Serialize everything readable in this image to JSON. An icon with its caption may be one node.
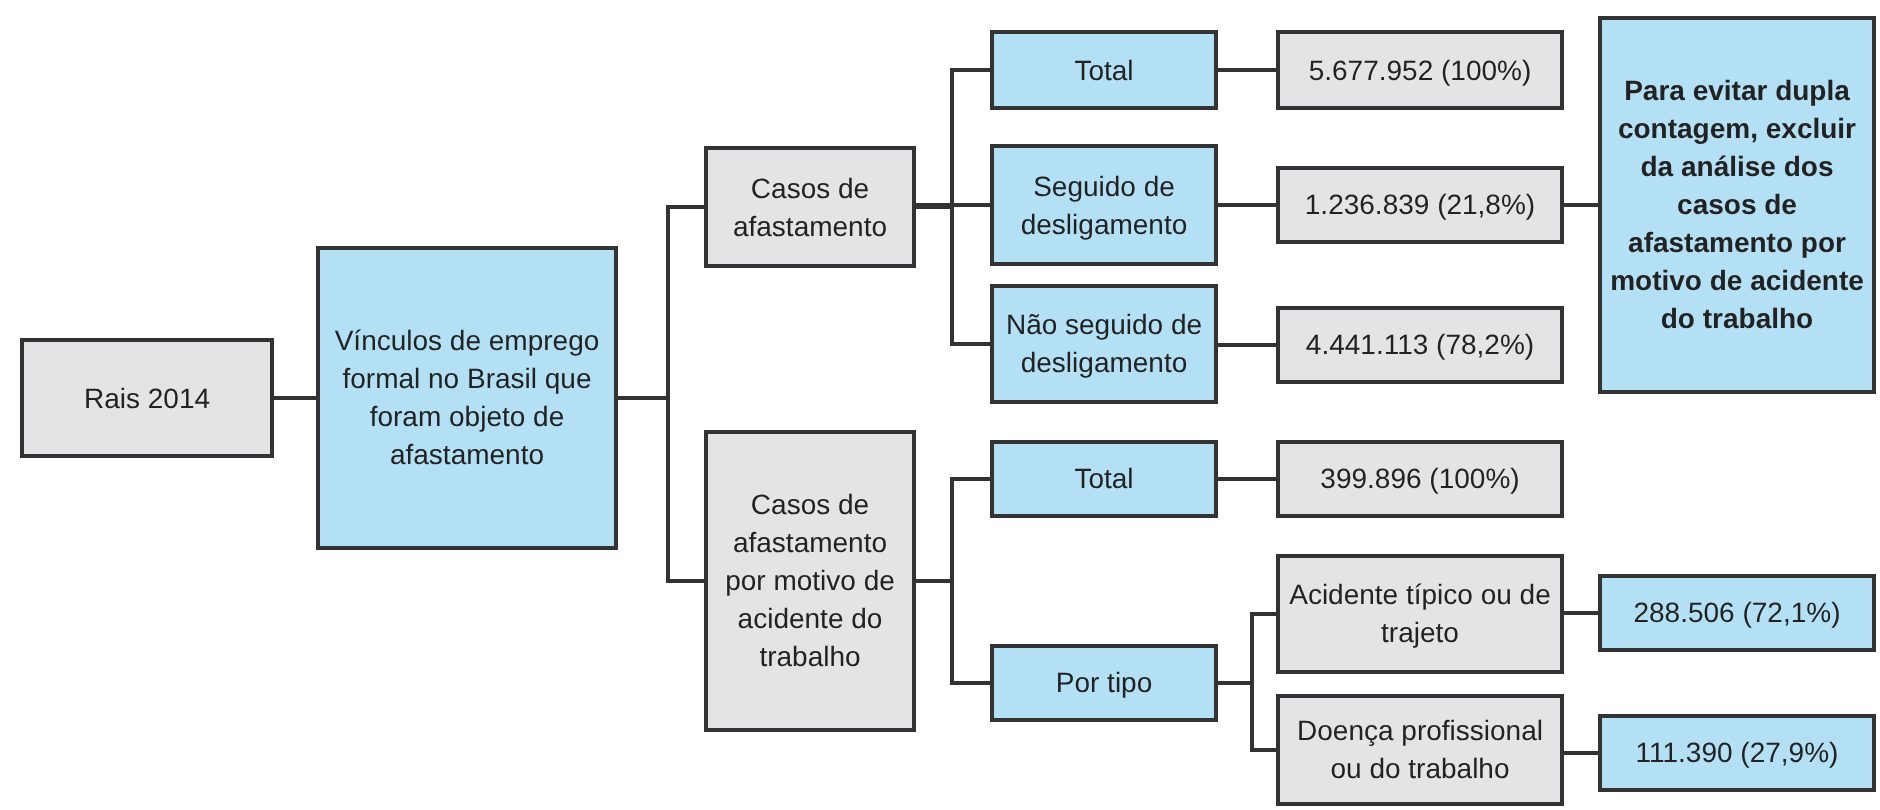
{
  "diagram": {
    "nodes": [
      {
        "text": [
          "Rais 2014"
        ]
      },
      {
        "text": [
          "Vínculos de emprego formal no Brasil que foram objeto de afastamento"
        ]
      },
      {
        "text": [
          "Casos de afastamento"
        ]
      },
      {
        "text": [
          "Casos de afastamento por motivo de acidente do trabalho"
        ]
      },
      {
        "text": [
          "Total"
        ]
      },
      {
        "text": [
          "Seguido de desligamento"
        ]
      },
      {
        "text": [
          "Não seguido de desligamento"
        ]
      },
      {
        "text": [
          "5.677.952 (100%)"
        ]
      },
      {
        "text": [
          "1.236.839 (21,8%)"
        ]
      },
      {
        "text": [
          "4.441.113 (78,2%)"
        ]
      },
      {
        "text": [
          "Para evitar dupla contagem, excluir da análise dos casos de afastamento por motivo de acidente do trabalho"
        ]
      },
      {
        "text": [
          "Total"
        ]
      },
      {
        "text": [
          "Por tipo"
        ]
      },
      {
        "text": [
          "399.896 (100%)"
        ]
      },
      {
        "text": [
          "Acidente típico ou de trajeto"
        ]
      },
      {
        "text": [
          "Doença profissional ou do trabalho"
        ]
      },
      {
        "text": [
          "288.506 (72,1%)"
        ]
      },
      {
        "text": [
          "111.390 (27,9%)"
        ]
      }
    ],
    "edges": [
      {
        "from": 0,
        "to": 1,
        "arrow": "none"
      },
      {
        "from": 1,
        "to": 2,
        "arrow": "none"
      },
      {
        "from": 1,
        "to": 3,
        "arrow": "none"
      },
      {
        "from": 2,
        "to": 4,
        "arrow": "none"
      },
      {
        "from": 2,
        "to": 5,
        "arrow": "none"
      },
      {
        "from": 2,
        "to": 6,
        "arrow": "none"
      },
      {
        "from": 4,
        "to": 7,
        "arrow": "none"
      },
      {
        "from": 5,
        "to": 8,
        "arrow": "none"
      },
      {
        "from": 6,
        "to": 9,
        "arrow": "none"
      },
      {
        "from": 8,
        "to": 10,
        "arrow": "none"
      },
      {
        "from": 3,
        "to": 11,
        "arrow": "none"
      },
      {
        "from": 3,
        "to": 12,
        "arrow": "none"
      },
      {
        "from": 11,
        "to": 13,
        "arrow": "none"
      },
      {
        "from": 12,
        "to": 14,
        "arrow": "none"
      },
      {
        "from": 12,
        "to": 15,
        "arrow": "none"
      },
      {
        "from": 14,
        "to": 16,
        "arrow": "none"
      },
      {
        "from": 15,
        "to": 17,
        "arrow": "none"
      }
    ]
  }
}
